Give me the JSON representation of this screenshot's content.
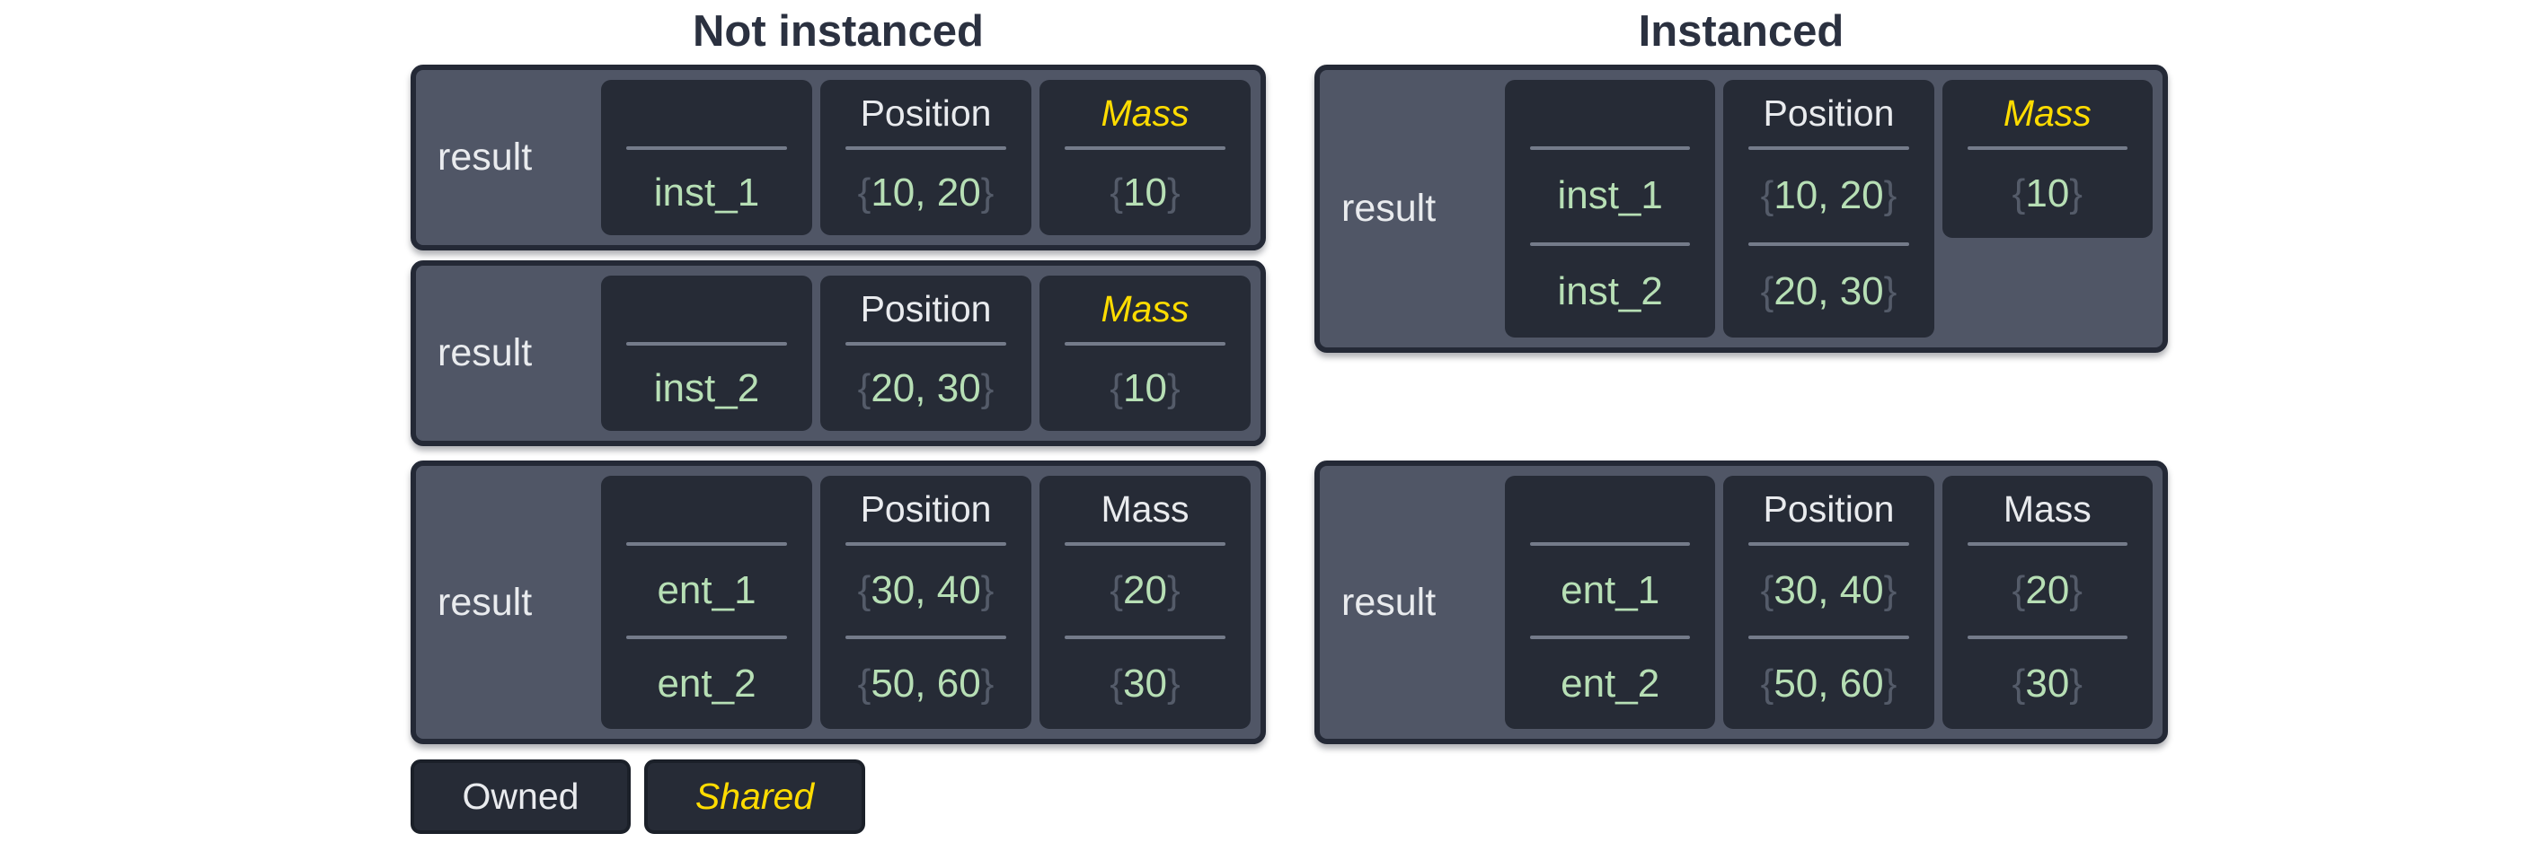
{
  "titles": {
    "not_instanced": "Not instanced",
    "instanced": "Instanced"
  },
  "punct": {
    "open_brace": "{",
    "close_brace": "}"
  },
  "legend": {
    "owned_label": "Owned",
    "shared_label": "Shared"
  },
  "colors": {
    "page_background": "#ffffff",
    "box_background": "#505666",
    "cell_background": "#262b36",
    "box_border": "#242936",
    "title_text": "#2b3140",
    "owned_text": "#e9ebee",
    "shared_text": "#ffdc00",
    "value_green": "#b7dfb5",
    "brace_gray": "#545b69",
    "divider_gray": "#747b8a"
  },
  "boxes": {
    "not_instanced_1": {
      "result_label": "result",
      "entity": {
        "rows": [
          "inst_1"
        ]
      },
      "position": {
        "header": "Position",
        "shared": false,
        "rows": [
          "10, 20"
        ]
      },
      "mass": {
        "header": "Mass",
        "shared": true,
        "rows": [
          "10"
        ]
      }
    },
    "not_instanced_2": {
      "result_label": "result",
      "entity": {
        "rows": [
          "inst_2"
        ]
      },
      "position": {
        "header": "Position",
        "shared": false,
        "rows": [
          "20, 30"
        ]
      },
      "mass": {
        "header": "Mass",
        "shared": true,
        "rows": [
          "10"
        ]
      }
    },
    "not_instanced_3": {
      "result_label": "result",
      "entity": {
        "rows": [
          "ent_1",
          "ent_2"
        ]
      },
      "position": {
        "header": "Position",
        "shared": false,
        "rows": [
          "30, 40",
          "50, 60"
        ]
      },
      "mass": {
        "header": "Mass",
        "shared": false,
        "rows": [
          "20",
          "30"
        ]
      }
    },
    "instanced_1": {
      "result_label": "result",
      "entity": {
        "rows": [
          "inst_1",
          "inst_2"
        ]
      },
      "position": {
        "header": "Position",
        "shared": false,
        "rows": [
          "10, 20",
          "20, 30"
        ]
      },
      "mass": {
        "header": "Mass",
        "shared": true,
        "rows": [
          "10"
        ]
      }
    },
    "instanced_2": {
      "result_label": "result",
      "entity": {
        "rows": [
          "ent_1",
          "ent_2"
        ]
      },
      "position": {
        "header": "Position",
        "shared": false,
        "rows": [
          "30, 40",
          "50, 60"
        ]
      },
      "mass": {
        "header": "Mass",
        "shared": false,
        "rows": [
          "20",
          "30"
        ]
      }
    }
  }
}
